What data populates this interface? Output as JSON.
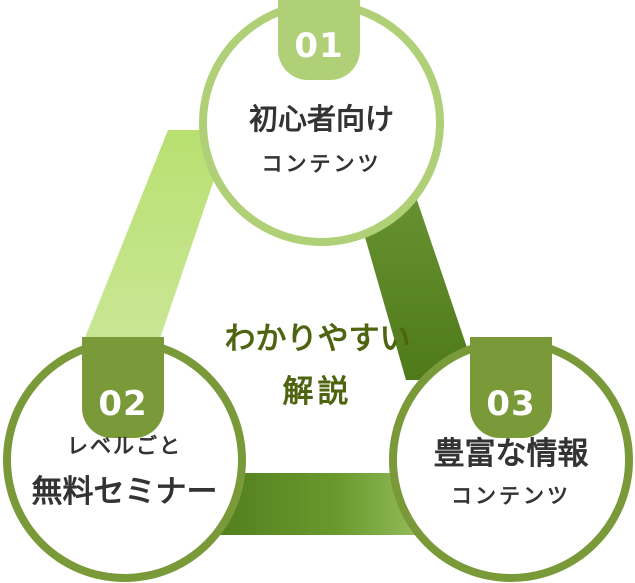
{
  "center": {
    "line1": "わかりやすい",
    "line2": "解説"
  },
  "items": [
    {
      "number": "01",
      "title": "初心者向け",
      "subtitle": "コンテンツ"
    },
    {
      "number": "02",
      "subtitle": "レベルごと",
      "title": "無料セミナー"
    },
    {
      "number": "03",
      "title": "豊富な情報",
      "subtitle": "コンテンツ"
    }
  ],
  "colors": {
    "light_green": "#afd077",
    "dark_green": "#7a9a3a",
    "center_text": "#4e6410"
  }
}
